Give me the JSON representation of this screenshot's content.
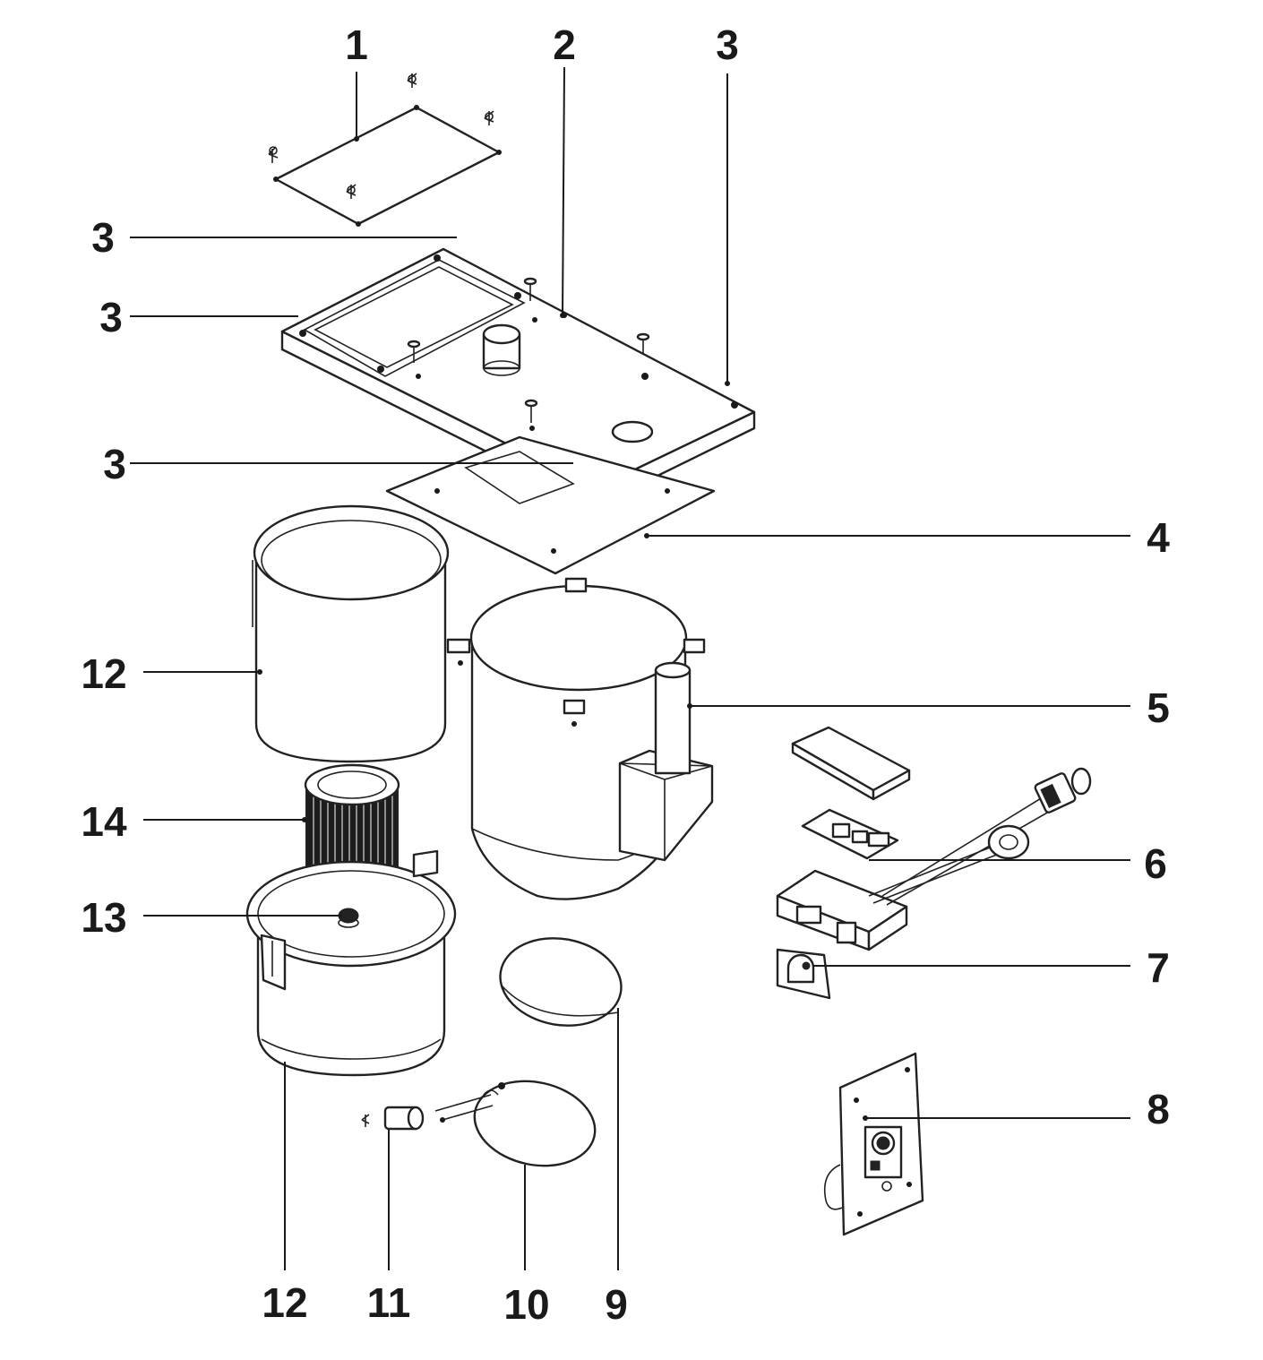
{
  "diagram": {
    "labels": {
      "top_1": "1",
      "top_2": "2",
      "top_3": "3",
      "left_3a": "3",
      "left_3b": "3",
      "left_3c": "3",
      "right_4": "4",
      "left_12": "12",
      "right_5": "5",
      "left_14": "14",
      "right_6": "6",
      "left_13": "13",
      "right_7": "7",
      "right_8": "8",
      "bottom_12": "12",
      "bottom_11": "11",
      "bottom_10": "10",
      "bottom_9": "9"
    },
    "colors": {
      "line": "#222222",
      "background": "#ffffff"
    }
  }
}
